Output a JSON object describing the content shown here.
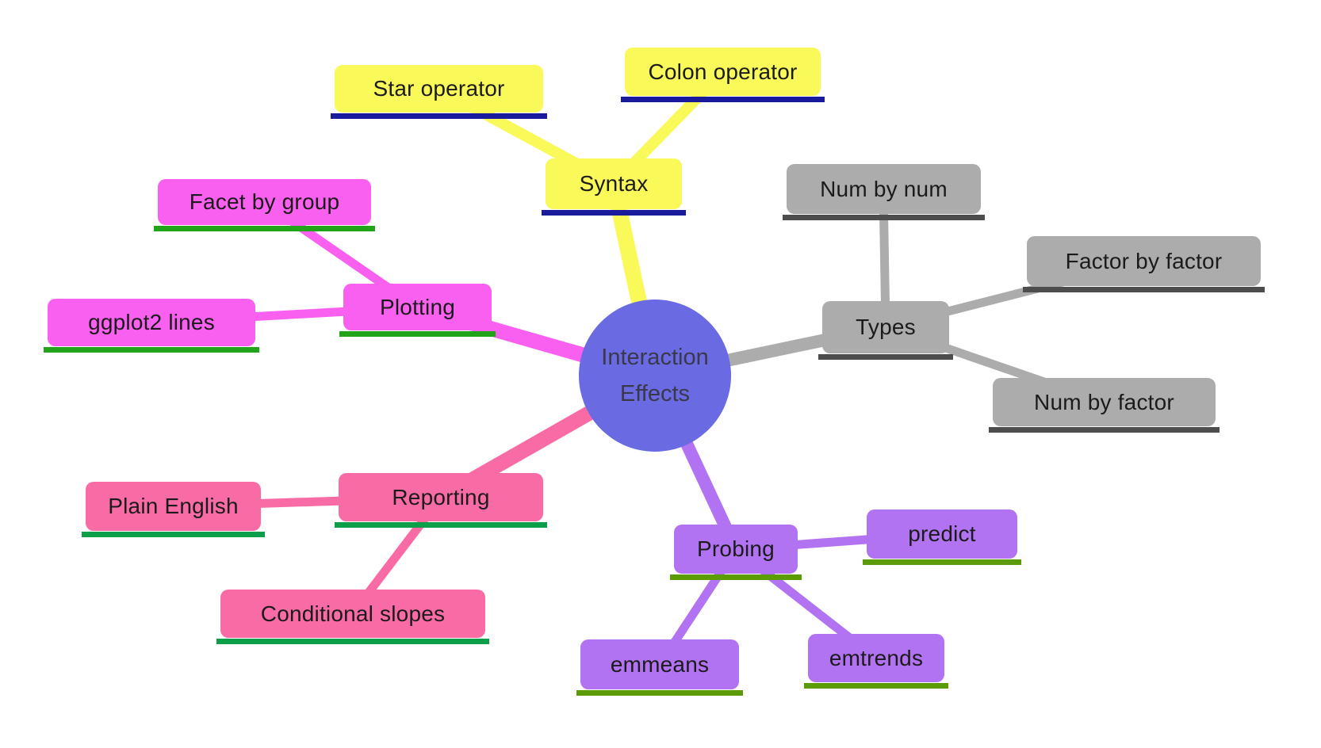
{
  "diagram": {
    "type": "mindmap",
    "background": "#ffffff"
  },
  "center": {
    "label": "Interaction\nEffects",
    "color": "#6a6ae2",
    "text_color": "#39394a"
  },
  "branches": [
    {
      "name": "syntax",
      "label": "Syntax",
      "color": "#f9f95a",
      "underline_color": "#1a1a9c",
      "children": [
        {
          "label": "Star operator"
        },
        {
          "label": "Colon operator"
        }
      ]
    },
    {
      "name": "types",
      "label": "Types",
      "color": "#acacac",
      "underline_color": "#4d4d4d",
      "children": [
        {
          "label": "Num by num"
        },
        {
          "label": "Factor by factor"
        },
        {
          "label": "Num by factor"
        }
      ]
    },
    {
      "name": "plotting",
      "label": "Plotting",
      "color": "#f960f0",
      "underline_color": "#21a31a",
      "children": [
        {
          "label": "Facet by group"
        },
        {
          "label": "ggplot2 lines"
        }
      ]
    },
    {
      "name": "reporting",
      "label": "Reporting",
      "color": "#f96ba5",
      "underline_color": "#0d9e49",
      "children": [
        {
          "label": "Plain English"
        },
        {
          "label": "Conditional slopes"
        }
      ]
    },
    {
      "name": "probing",
      "label": "Probing",
      "color": "#b173f2",
      "underline_color": "#5a9b06",
      "children": [
        {
          "label": "predict"
        },
        {
          "label": "emmeans"
        },
        {
          "label": "emtrends"
        }
      ]
    }
  ]
}
